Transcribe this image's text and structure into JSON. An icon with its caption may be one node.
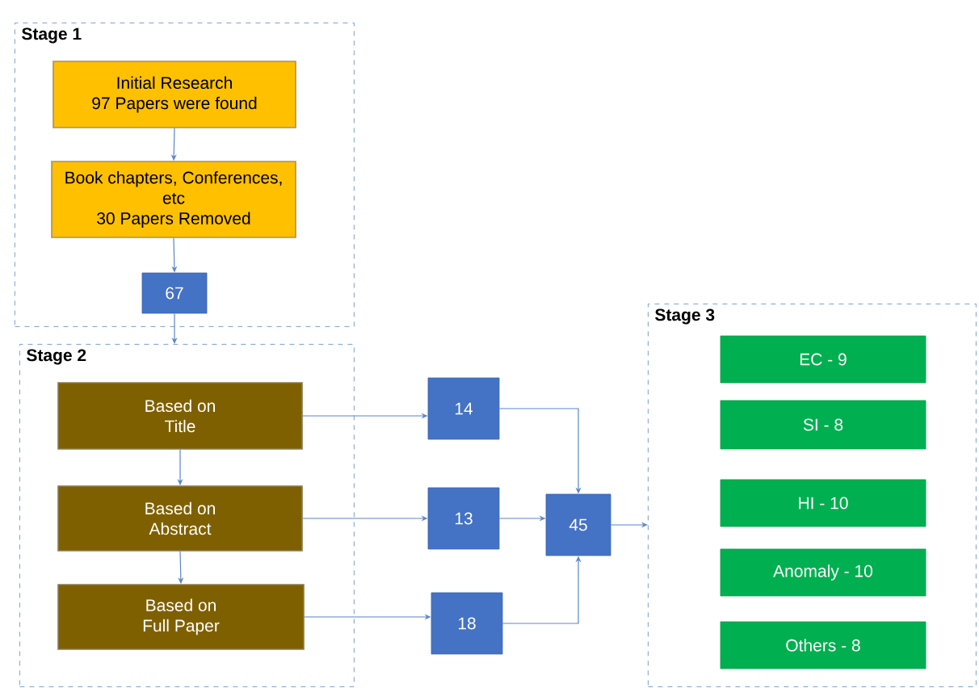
{
  "diagram": {
    "nodes": [
      {
        "text": [
          "Stage 1"
        ]
      },
      {
        "text": [
          "Initial Research",
          "97 Papers were found"
        ],
        "in": 0
      },
      {
        "text": [
          "Book chapters, Conferences, etc",
          "30 Papers Removed"
        ],
        "in": 0
      },
      {
        "text": [
          "67"
        ],
        "in": 0
      },
      {
        "text": [
          "Stage 2"
        ]
      },
      {
        "text": [
          "Based on Title"
        ],
        "in": 4
      },
      {
        "text": [
          "Based on Abstract"
        ],
        "in": 4
      },
      {
        "text": [
          "Based on Full Paper"
        ],
        "in": 4
      },
      {
        "text": [
          "14"
        ]
      },
      {
        "text": [
          "13"
        ]
      },
      {
        "text": [
          "18"
        ]
      },
      {
        "text": [
          "45"
        ]
      },
      {
        "text": [
          "Stage 3"
        ]
      },
      {
        "text": [
          "EC - 9"
        ],
        "in": 12
      },
      {
        "text": [
          "SI - 8"
        ],
        "in": 12
      },
      {
        "text": [
          "HI - 10"
        ],
        "in": 12
      },
      {
        "text": [
          "Anomaly - 10"
        ],
        "in": 12
      },
      {
        "text": [
          "Others - 8"
        ],
        "in": 12
      }
    ],
    "edges": [
      {
        "from": 1,
        "to": 2,
        "arrow": "to"
      },
      {
        "from": 2,
        "to": 3,
        "arrow": "to"
      },
      {
        "from": 3,
        "to": 4,
        "arrow": "to"
      },
      {
        "from": 5,
        "to": 6,
        "arrow": "to"
      },
      {
        "from": 6,
        "to": 7,
        "arrow": "to"
      },
      {
        "from": 5,
        "to": 8,
        "arrow": "to"
      },
      {
        "from": 6,
        "to": 9,
        "arrow": "to"
      },
      {
        "from": 7,
        "to": 10,
        "arrow": "to"
      },
      {
        "from": 8,
        "to": 11,
        "arrow": "to"
      },
      {
        "from": 9,
        "to": 11,
        "arrow": "to"
      },
      {
        "from": 10,
        "to": 11,
        "arrow": "to"
      },
      {
        "from": 11,
        "to": 12,
        "arrow": "to"
      }
    ]
  }
}
